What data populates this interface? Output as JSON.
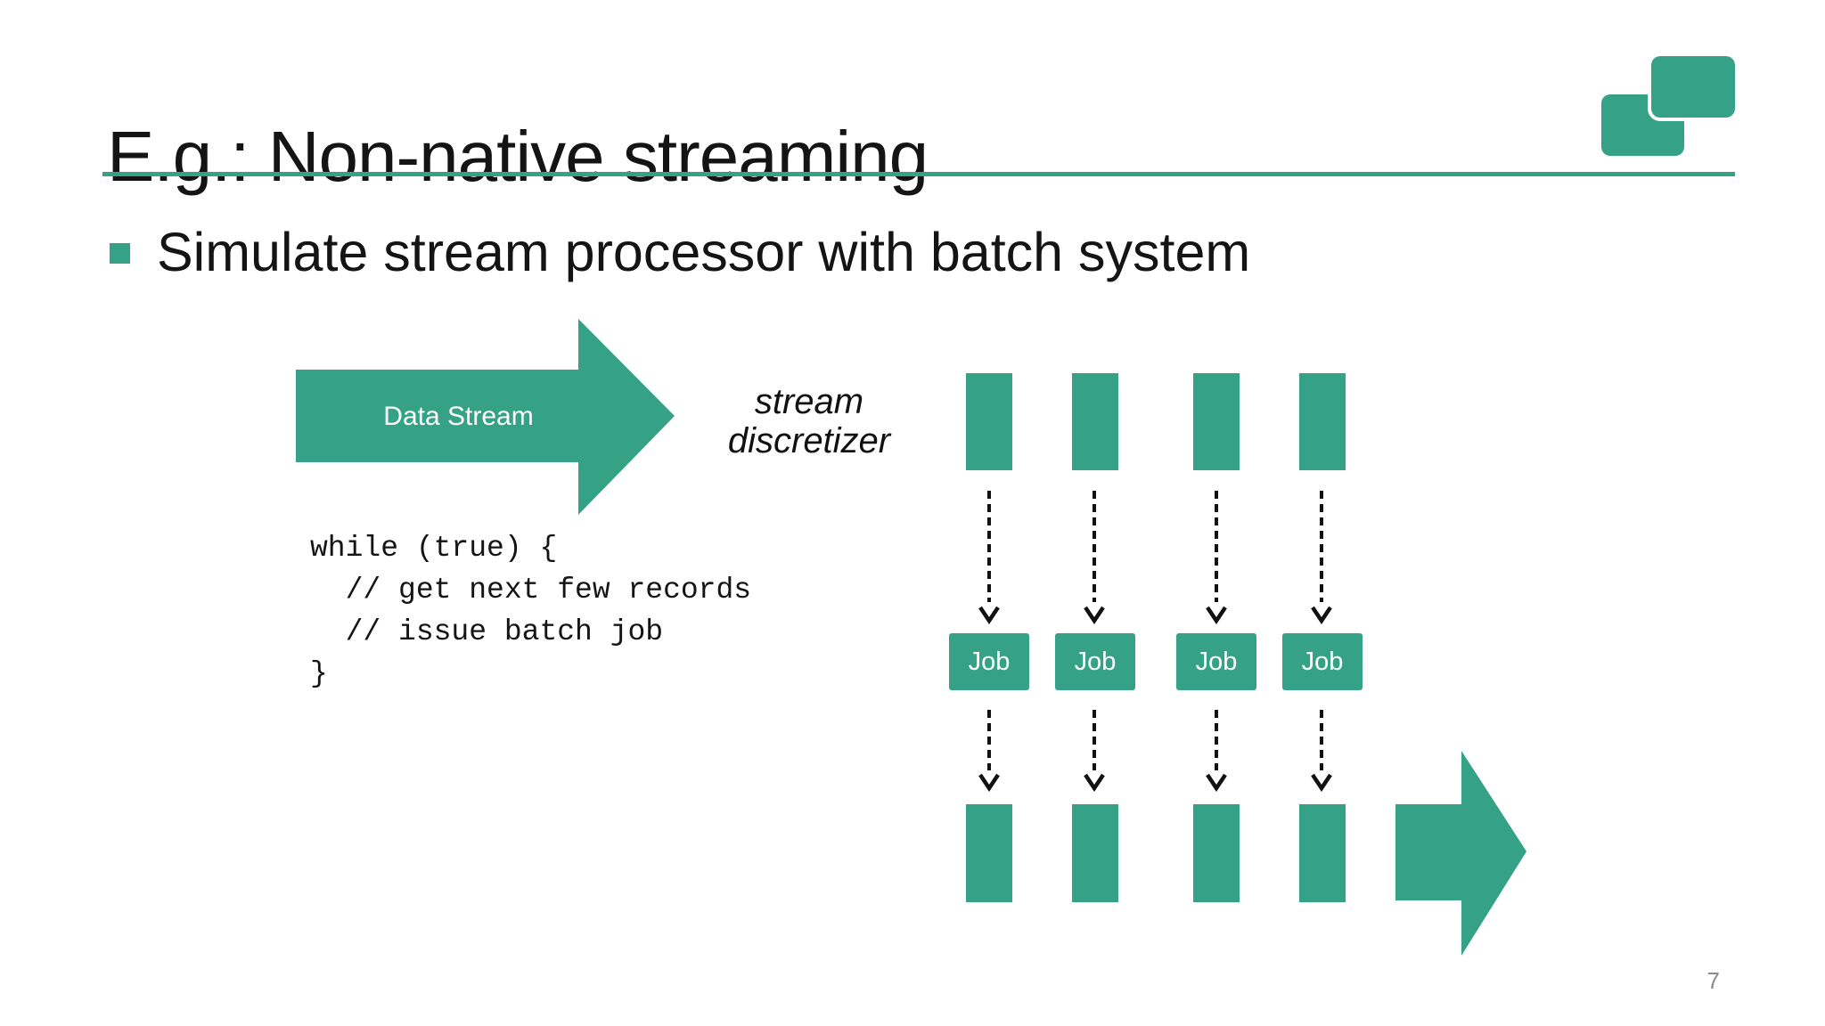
{
  "theme": {
    "accent": "#35a288",
    "text_primary": "#141414",
    "muted": "#8c8c8c",
    "background": "#ffffff"
  },
  "slide": {
    "title": "E.g.: Non-native streaming",
    "bullet": "Simulate stream processor with batch system",
    "page_number": "7"
  },
  "diagram": {
    "data_stream_label": "Data Stream",
    "discretizer_line1": "stream",
    "discretizer_line2": "discretizer",
    "job_labels": [
      "Job",
      "Job",
      "Job",
      "Job"
    ],
    "code": "while (true) {\n  // get next few records\n  // issue batch job\n}"
  }
}
